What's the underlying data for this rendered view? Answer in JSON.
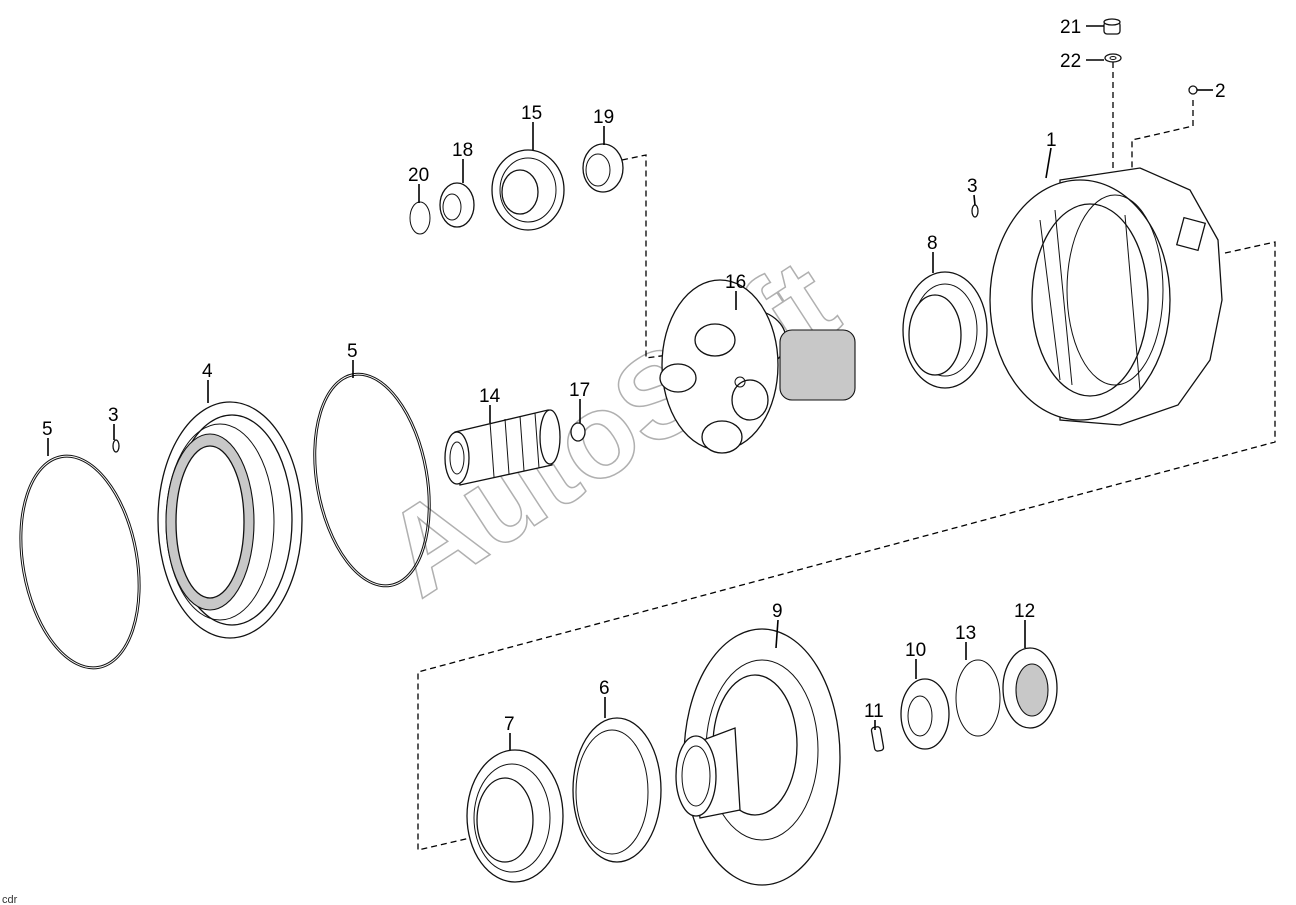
{
  "callouts": [
    {
      "id": "c21",
      "text": "21"
    },
    {
      "id": "c22",
      "text": "22"
    },
    {
      "id": "c2",
      "text": "2"
    },
    {
      "id": "c1",
      "text": "1"
    },
    {
      "id": "c3a",
      "text": "3"
    },
    {
      "id": "c8",
      "text": "8"
    },
    {
      "id": "c15",
      "text": "15"
    },
    {
      "id": "c19",
      "text": "19"
    },
    {
      "id": "c18",
      "text": "18"
    },
    {
      "id": "c20",
      "text": "20"
    },
    {
      "id": "c16",
      "text": "16"
    },
    {
      "id": "c5a",
      "text": "5"
    },
    {
      "id": "c4",
      "text": "4"
    },
    {
      "id": "c3b",
      "text": "3"
    },
    {
      "id": "c5b",
      "text": "5"
    },
    {
      "id": "c14",
      "text": "14"
    },
    {
      "id": "c17",
      "text": "17"
    },
    {
      "id": "c9",
      "text": "9"
    },
    {
      "id": "c12",
      "text": "12"
    },
    {
      "id": "c13",
      "text": "13"
    },
    {
      "id": "c10",
      "text": "10"
    },
    {
      "id": "c6",
      "text": "6"
    },
    {
      "id": "c11",
      "text": "11"
    },
    {
      "id": "c7",
      "text": "7"
    }
  ],
  "watermark": "AutoSoft",
  "footer_text": "cdr"
}
